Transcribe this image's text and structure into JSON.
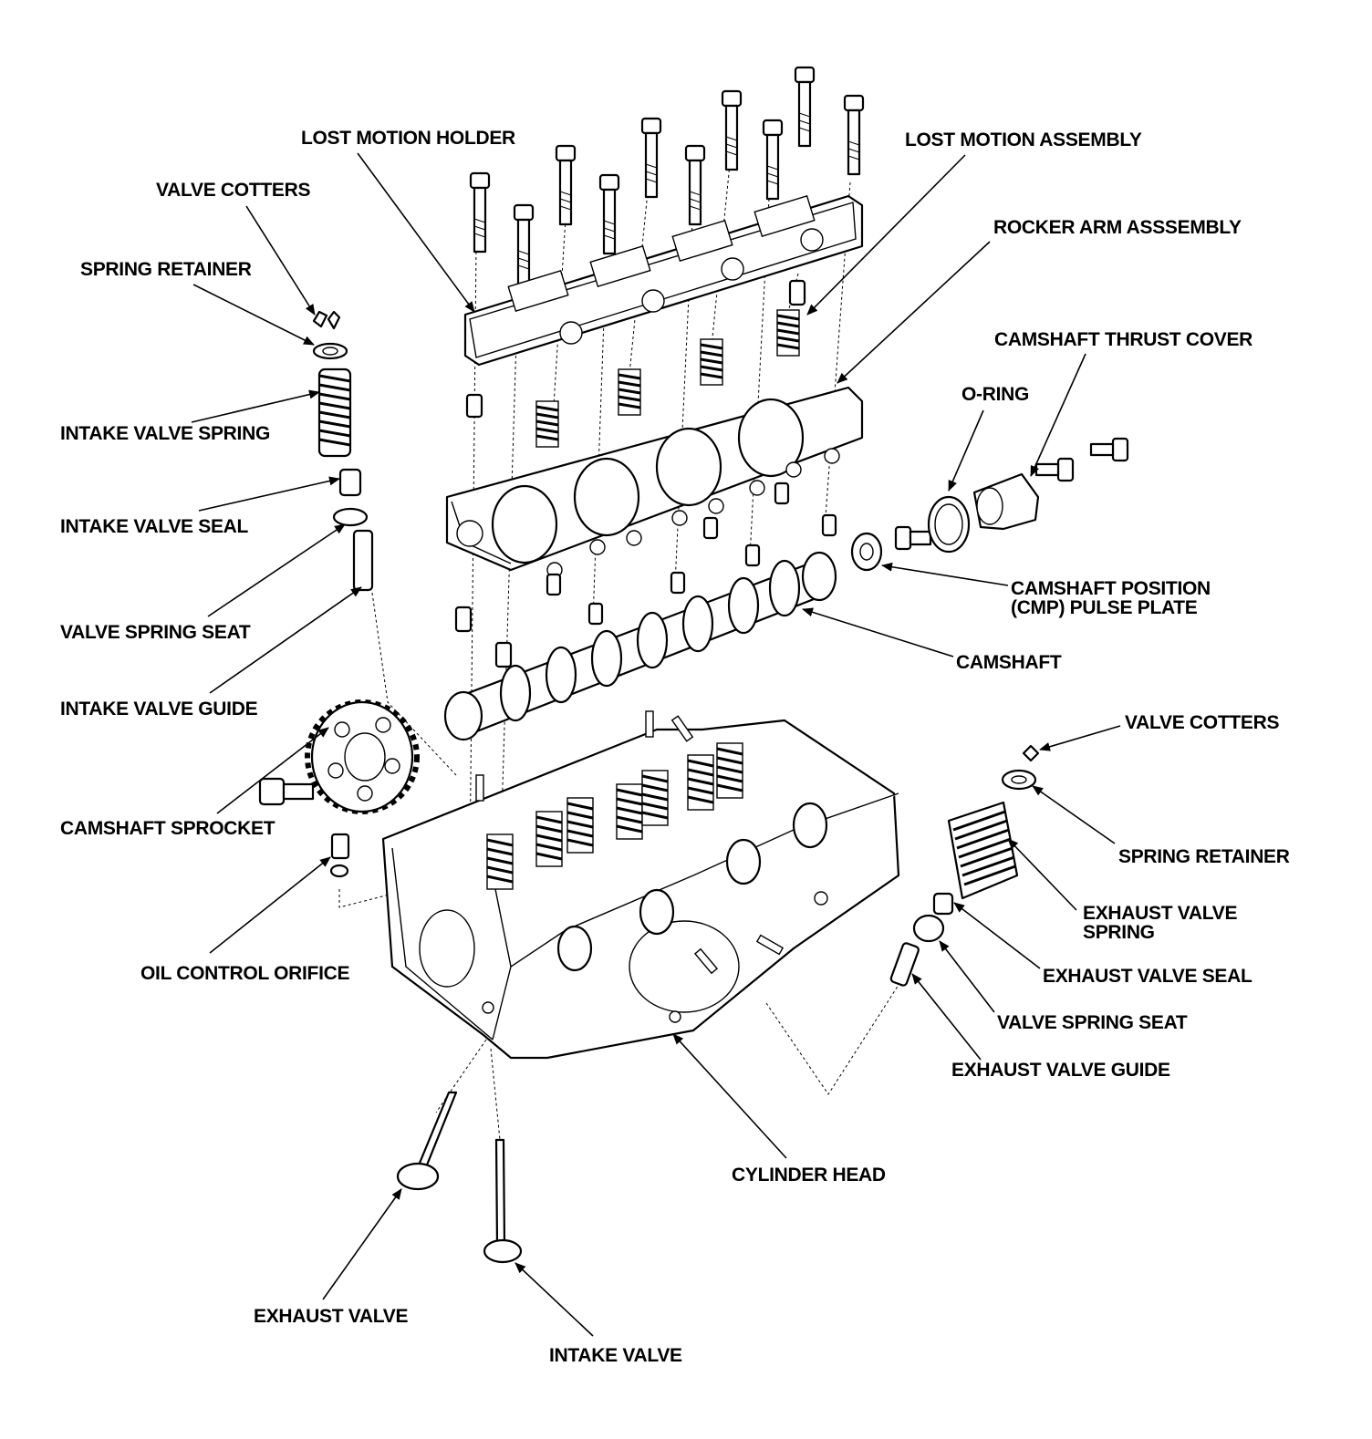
{
  "labels": {
    "lost_motion_holder": "LOST MOTION HOLDER",
    "lost_motion_assembly": "LOST MOTION ASSEMBLY",
    "valve_cotters_left": "VALVE COTTERS",
    "spring_retainer_left": "SPRING RETAINER",
    "rocker_arm_assembly": "ROCKER ARM ASSSEMBLY",
    "camshaft_thrust_cover": "CAMSHAFT THRUST COVER",
    "o_ring": "O-RING",
    "intake_valve_spring": "INTAKE VALVE SPRING",
    "intake_valve_seal": "INTAKE VALVE SEAL",
    "cmp_pulse_plate_line1": "CAMSHAFT POSITION",
    "cmp_pulse_plate_line2": "(CMP) PULSE PLATE",
    "valve_spring_seat_left": "VALVE SPRING SEAT",
    "camshaft": "CAMSHAFT",
    "intake_valve_guide": "INTAKE VALVE GUIDE",
    "valve_cotters_right": "VALVE COTTERS",
    "camshaft_sprocket": "CAMSHAFT SPROCKET",
    "spring_retainer_right": "SPRING RETAINER",
    "exhaust_valve_spring_line1": "EXHAUST VALVE",
    "exhaust_valve_spring_line2": "SPRING",
    "oil_control_orifice": "OIL CONTROL ORIFICE",
    "exhaust_valve_seal": "EXHAUST VALVE SEAL",
    "valve_spring_seat_right": "VALVE SPRING SEAT",
    "exhaust_valve_guide": "EXHAUST VALVE GUIDE",
    "cylinder_head": "CYLINDER HEAD",
    "exhaust_valve": "EXHAUST VALVE",
    "intake_valve": "INTAKE VALVE"
  }
}
